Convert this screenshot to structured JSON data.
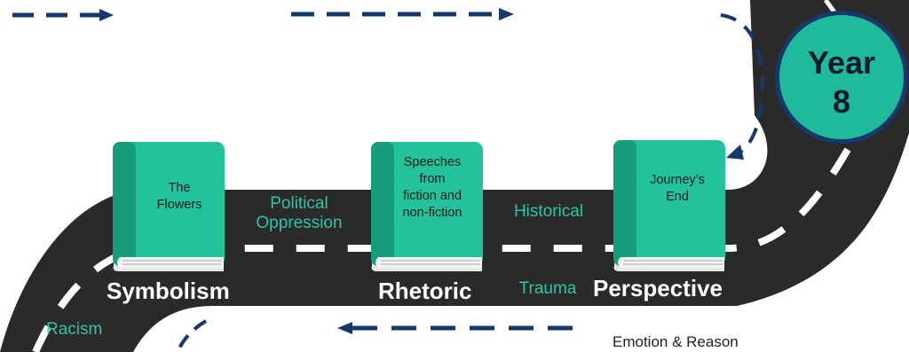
{
  "badge": {
    "line1": "Year",
    "line2": "8"
  },
  "books": [
    {
      "lines": [
        "The",
        "Flowers"
      ]
    },
    {
      "lines": [
        "Speeches",
        "from",
        "fiction and",
        "non-fiction"
      ]
    },
    {
      "lines": [
        "Journey’s",
        "End"
      ]
    }
  ],
  "themes": {
    "symbolism": "Symbolism",
    "rhetoric": "Rhetoric",
    "perspective": "Perspective"
  },
  "topics": {
    "political_1": "Political",
    "political_2": "Oppression",
    "historical": "Historical",
    "trauma": "Trauma",
    "racism": "Racism"
  },
  "caption": "Emotion & Reason",
  "colors": {
    "road": "#2b2a2a",
    "book": "#22c39a",
    "book_spine": "#179d7c",
    "accent_text": "#2ec4a6",
    "arrow": "#17386b",
    "badge": "#1fb99c"
  }
}
